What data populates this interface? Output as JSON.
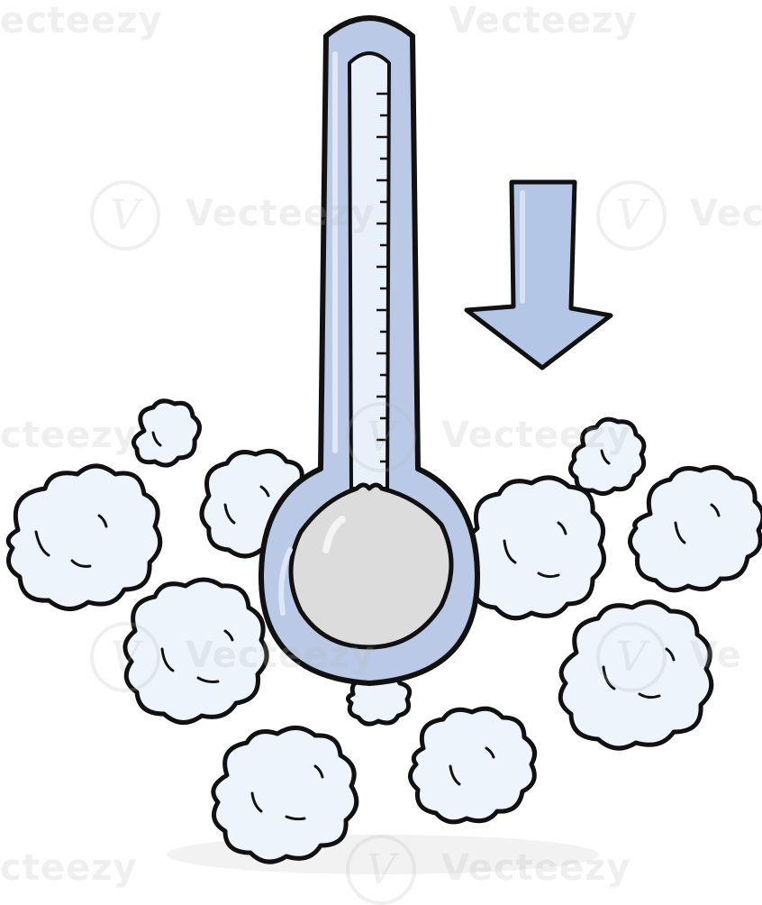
{
  "illustration": {
    "subject": "thermometer-with-falling-arrow-and-snow-clouds",
    "colors": {
      "outline": "#111111",
      "tube_fill": "#b9c9e6",
      "tube_highlight": "#dde7f5",
      "tube_inner": "#e8f0fa",
      "bulb_fill": "#dcdcdc",
      "bulb_highlight": "#f4f4f4",
      "arrow_fill": "#b3c6e6",
      "cloud_fill": "#eef4fb",
      "cloud_shadow": "#dde8f5"
    },
    "icons": [
      "thermometer-icon",
      "down-arrow-icon",
      "cloud-icon"
    ]
  },
  "watermark": {
    "brand": "Vecteezy",
    "logo_glyph": "V",
    "fragments": {
      "top_left": "ecteezy",
      "top_right": "Vecteezy",
      "mid_left": "Vecteezy",
      "mid_right": "Vec",
      "low_left": "cteezy",
      "low_right": "Vecteezy",
      "row4_left": "Vecteezy",
      "row4_right": "Ve",
      "bottom_left": "cteezy",
      "bottom_right": "Vecteezy"
    }
  }
}
